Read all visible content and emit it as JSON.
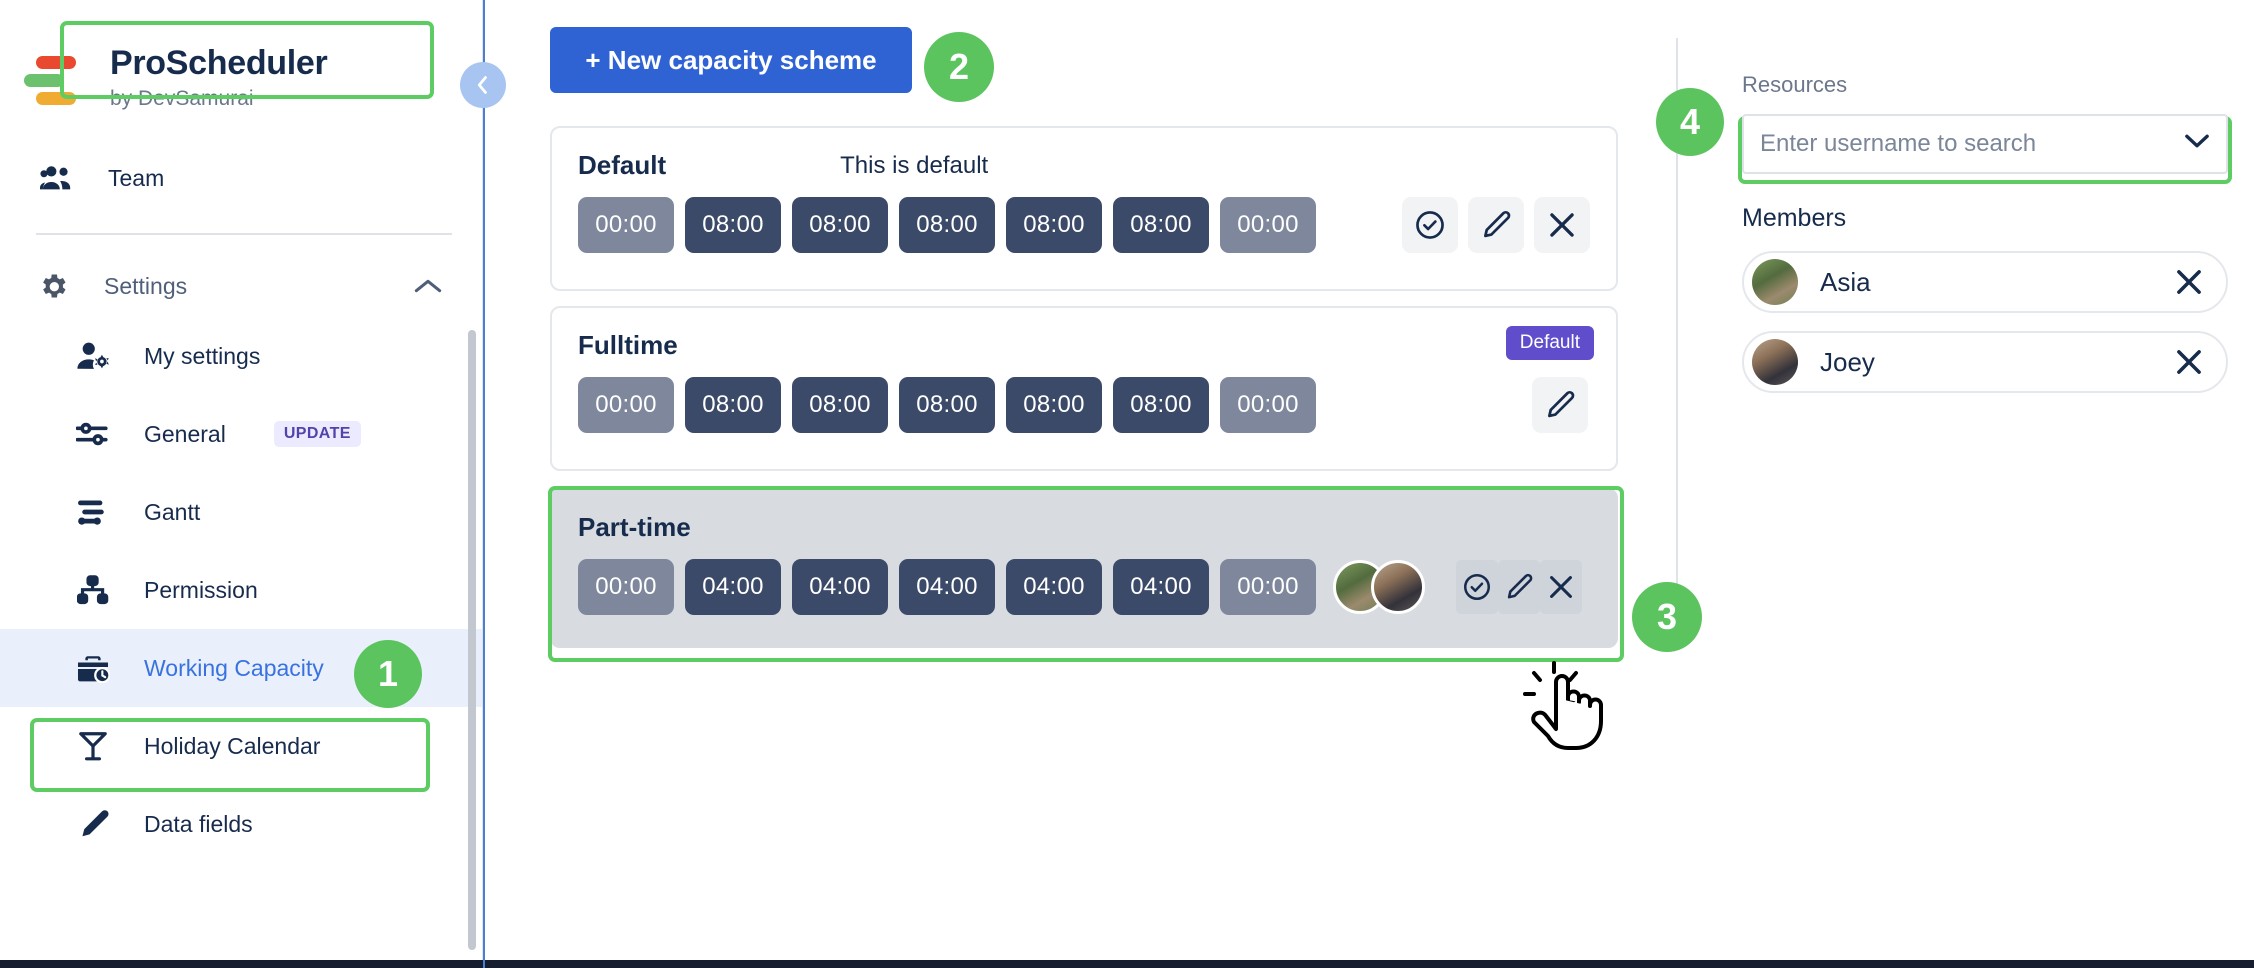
{
  "brand": {
    "title": "ProScheduler",
    "subtitle": "by DevSamurai",
    "logo_colors": [
      "#e8492f",
      "#6cc16f",
      "#f0ab33"
    ]
  },
  "sidebar": {
    "team_label": "Team",
    "settings_label": "Settings",
    "items": [
      {
        "label": "My settings",
        "icon": "user-gear-icon",
        "badge": ""
      },
      {
        "label": "General",
        "icon": "sliders-icon",
        "badge": "UPDATE"
      },
      {
        "label": "Gantt",
        "icon": "gantt-icon",
        "badge": ""
      },
      {
        "label": "Permission",
        "icon": "hierarchy-icon",
        "badge": ""
      },
      {
        "label": "Working Capacity",
        "icon": "briefcase-clock-icon",
        "badge": ""
      },
      {
        "label": "Holiday Calendar",
        "icon": "cocktail-icon",
        "badge": ""
      },
      {
        "label": "Data fields",
        "icon": "pencil-icon",
        "badge": ""
      }
    ],
    "active_item": "Working Capacity"
  },
  "main": {
    "new_scheme_button": "+ New capacity scheme",
    "schemes": [
      {
        "name": "Default",
        "description": "This is default",
        "badge": "",
        "times": [
          "00:00",
          "08:00",
          "08:00",
          "08:00",
          "08:00",
          "08:00",
          "00:00"
        ],
        "day_enabled": [
          false,
          true,
          true,
          true,
          true,
          true,
          false
        ],
        "avatars": 0,
        "actions": [
          "check-circle-icon",
          "pencil-icon",
          "close-icon"
        ]
      },
      {
        "name": "Fulltime",
        "description": "",
        "badge": "Default",
        "times": [
          "00:00",
          "08:00",
          "08:00",
          "08:00",
          "08:00",
          "08:00",
          "00:00"
        ],
        "day_enabled": [
          false,
          true,
          true,
          true,
          true,
          true,
          false
        ],
        "avatars": 0,
        "actions": [
          "pencil-icon"
        ]
      },
      {
        "name": "Part-time",
        "description": "",
        "badge": "",
        "times": [
          "00:00",
          "04:00",
          "04:00",
          "04:00",
          "04:00",
          "04:00",
          "00:00"
        ],
        "day_enabled": [
          false,
          true,
          true,
          true,
          true,
          true,
          false
        ],
        "avatars": 2,
        "actions": [
          "check-circle-icon",
          "pencil-icon",
          "close-icon"
        ]
      }
    ]
  },
  "right_panel": {
    "resources_label": "Resources",
    "search_placeholder": "Enter username to search",
    "search_value": "",
    "members_label": "Members",
    "members": [
      {
        "name": "Asia",
        "remove": "close-icon"
      },
      {
        "name": "Joey",
        "remove": "close-icon"
      }
    ]
  },
  "steps": [
    {
      "number": "1",
      "target": "Working Capacity"
    },
    {
      "number": "2",
      "target": "+ New capacity scheme"
    },
    {
      "number": "3",
      "target": "Part-time actions"
    },
    {
      "number": "4",
      "target": "Resources search"
    }
  ],
  "colors": {
    "accent": "#2f63d4",
    "highlight": "#5dcc62",
    "chip_on": "#3c4a69",
    "chip_off": "#7e879c",
    "default_badge": "#5f4dcb"
  }
}
